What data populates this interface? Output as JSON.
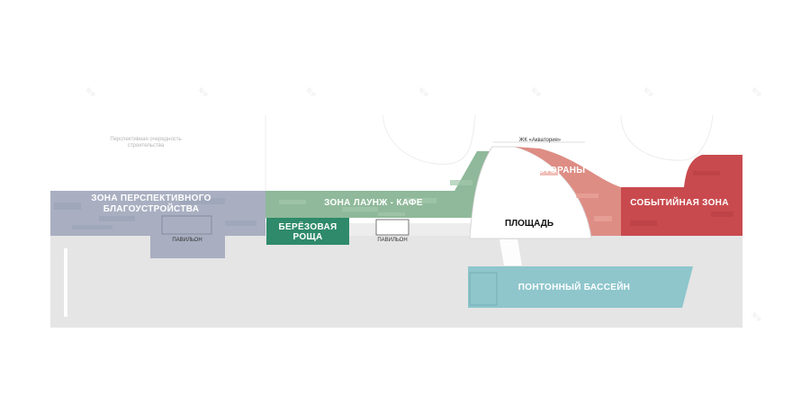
{
  "zones": {
    "perspective": "ЗОНА ПЕРСПЕКТИВНОГО",
    "perspective_line2": "БЛАГОУСТРОЙСТВА",
    "lounge": "ЗОНА ЛАУНЖ - КАФЕ",
    "birch": "БЕРЁЗОВАЯ",
    "birch_line2": "РОЩА",
    "square": "ПЛОЩАДЬ",
    "restaurants": "РЕСТОРАНЫ",
    "events": "СОБЫТИЙНАЯ ЗОНА",
    "pool": "ПОНТОННЫЙ БАССЕЙН"
  },
  "labels": {
    "pavilion_1": "ПАВИЛЬОН",
    "pavilion_2": "ПАВИЛЬОН",
    "akvatoria": "ЖК «Акватория»",
    "future_1": "Перспективная очередность",
    "future_2": "строительства"
  },
  "colors": {
    "perspective": "#a9afc1",
    "lounge": "#8fb99a",
    "birch": "#2e8a6a",
    "restaurants": "#de8d84",
    "events": "#c94a4e",
    "pool": "#8ec6cc",
    "ground": "#e5e5e5"
  }
}
